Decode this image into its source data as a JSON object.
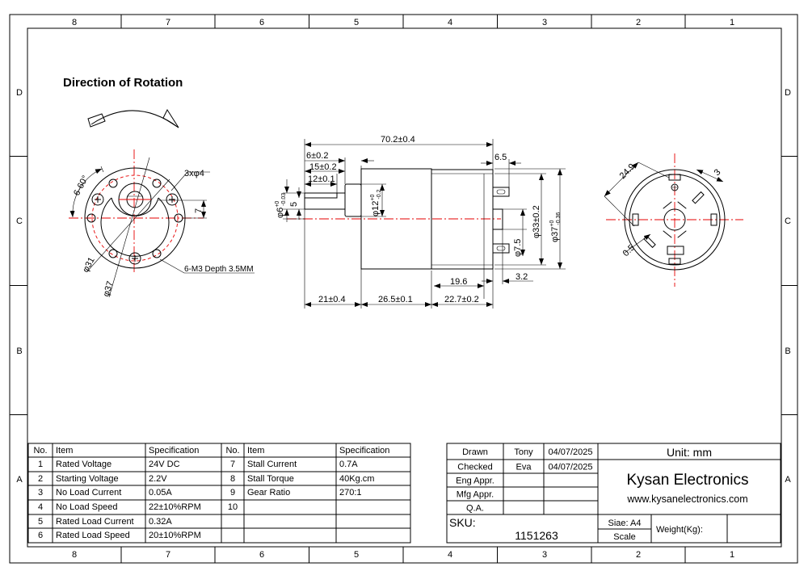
{
  "border": {
    "columns": [
      "8",
      "7",
      "6",
      "5",
      "4",
      "3",
      "2",
      "1"
    ],
    "rows": [
      "D",
      "C",
      "B",
      "A"
    ]
  },
  "rotation_title": "Direction of Rotation",
  "front_view": {
    "holes_label": "3xφ4",
    "angle_label": "6-60°",
    "offset_label": "7",
    "bolt_circle_label": "φ31",
    "outer_dia_label": "φ37",
    "thread_label": "6-M3 Depth 3.5MM"
  },
  "side_view": {
    "overall_length": "70.2±0.4",
    "flat_length": "6±0.2",
    "shaft_length": "15±0.2",
    "flat_start": "12±0.1",
    "shaft_dia": "φ6",
    "shaft_dia_tol_upper": "+0",
    "shaft_dia_tol_lower": "-0.03",
    "flat_width": "5",
    "collar_dia": "φ12",
    "collar_dia_tol_upper": "+0",
    "collar_dia_tol_lower": "-0.2",
    "terminal_offset": "6.5",
    "motor_dia": "φ33±0.2",
    "gearbox_dia": "φ37",
    "gearbox_dia_tol_upper": "+0",
    "gearbox_dia_tol_lower": "-0.36",
    "boss_dia": "φ7.5",
    "boss_length": "3.2",
    "motor_can_length": "19.6",
    "seg_front": "21±0.4",
    "seg_gearbox": "26.5±0.1",
    "seg_motor": "22.7±0.2"
  },
  "rear_view": {
    "width_label": "24.9",
    "slot_label": "3",
    "gap_label": "0.5"
  },
  "specs": {
    "headers": [
      "No.",
      "Item",
      "Specification",
      "No.",
      "Item",
      "Specification"
    ],
    "left": [
      {
        "no": "1",
        "item": "Rated Voltage",
        "spec": "24V DC"
      },
      {
        "no": "2",
        "item": "Starting Voltage",
        "spec": "2.2V"
      },
      {
        "no": "3",
        "item": "No Load Current",
        "spec": "0.05A"
      },
      {
        "no": "4",
        "item": "No Load Speed",
        "spec": "22±10%RPM"
      },
      {
        "no": "5",
        "item": "Rated Load Current",
        "spec": "0.32A"
      },
      {
        "no": "6",
        "item": "Rated Load Speed",
        "spec": "20±10%RPM"
      }
    ],
    "right": [
      {
        "no": "7",
        "item": "Stall Current",
        "spec": "0.7A"
      },
      {
        "no": "8",
        "item": "Stall Torque",
        "spec": "40Kg.cm"
      },
      {
        "no": "9",
        "item": "Gear Ratio",
        "spec": "270:1"
      },
      {
        "no": "10",
        "item": "",
        "spec": ""
      },
      {
        "no": "",
        "item": "",
        "spec": ""
      },
      {
        "no": "",
        "item": "",
        "spec": ""
      }
    ]
  },
  "title_block": {
    "approvals": [
      {
        "role": "Drawn",
        "name": "Tony",
        "date": "04/07/2025"
      },
      {
        "role": "Checked",
        "name": "Eva",
        "date": "04/07/2025"
      },
      {
        "role": "Eng Appr.",
        "name": "",
        "date": ""
      },
      {
        "role": "Mfg Appr.",
        "name": "",
        "date": ""
      },
      {
        "role": "Q.A.",
        "name": "",
        "date": ""
      }
    ],
    "unit": "Unit: mm",
    "company": "Kysan Electronics",
    "website": "www.kysanelectronics.com",
    "sku_label": "SKU:",
    "sku": "1151263",
    "size": "Siae: A4",
    "scale": "Scale",
    "weight_label": "Weight(Kg):"
  }
}
